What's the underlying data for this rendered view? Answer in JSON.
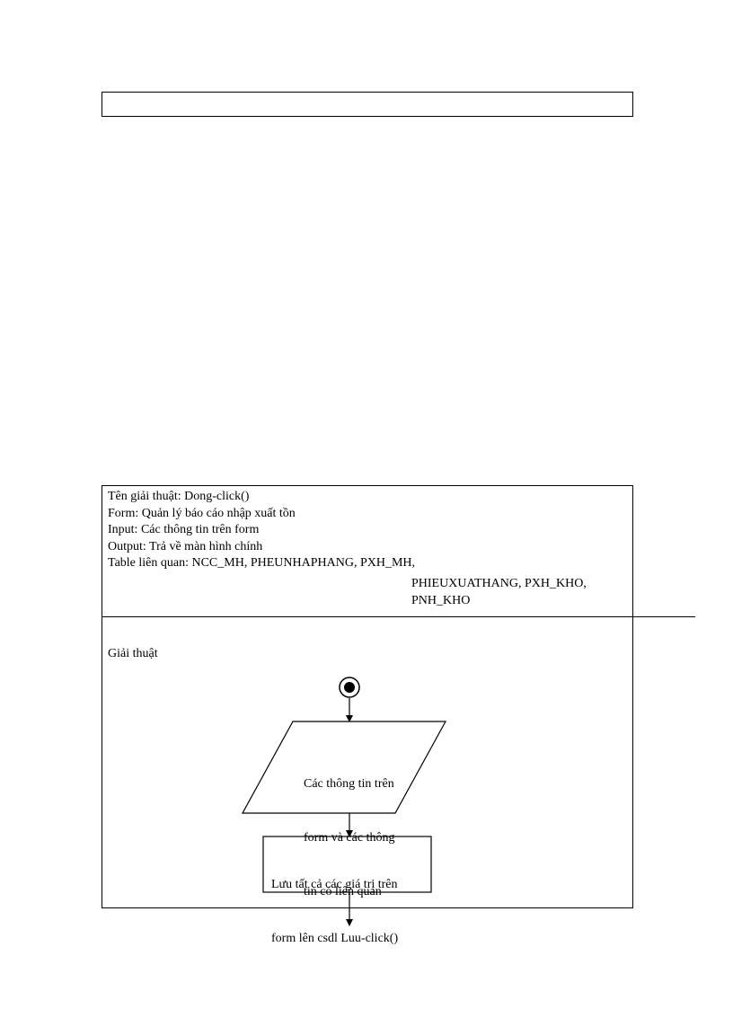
{
  "algorithm": {
    "header": {
      "name_line": "Tên giải thuật: Dong-click()",
      "form_line": "Form: Quản lý báo cáo nhập xuất tồn",
      "input_line": "Input: Các thông tin trên form",
      "output_line": "Output: Trả về màn hình chính",
      "tables_line": "Table liên quan: NCC_MH, PHEUNHAPHANG, PXH_MH,",
      "tables_cont_1": "PHIEUXUATHANG, PXH_KHO,",
      "tables_cont_2": "PNH_KHO"
    },
    "section_label": "Giải thuật",
    "flowchart": {
      "data_node": [
        "Các thông tin trên",
        "form và các thông",
        "tin có liên quan"
      ],
      "process_node": [
        "Lưu tất cả các giá trị trên",
        "form lên csdl Luu-click()"
      ]
    }
  }
}
